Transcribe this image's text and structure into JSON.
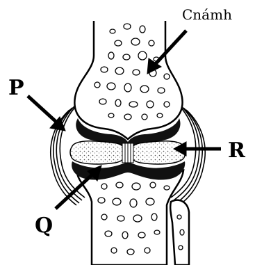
{
  "labels": {
    "bone": "Cnámh",
    "p": "P",
    "q": "Q",
    "r": "R"
  },
  "colors": {
    "ink": "#000000",
    "paper": "#ffffff",
    "cartilage_fill": "#111111",
    "speckle": "#555555"
  }
}
